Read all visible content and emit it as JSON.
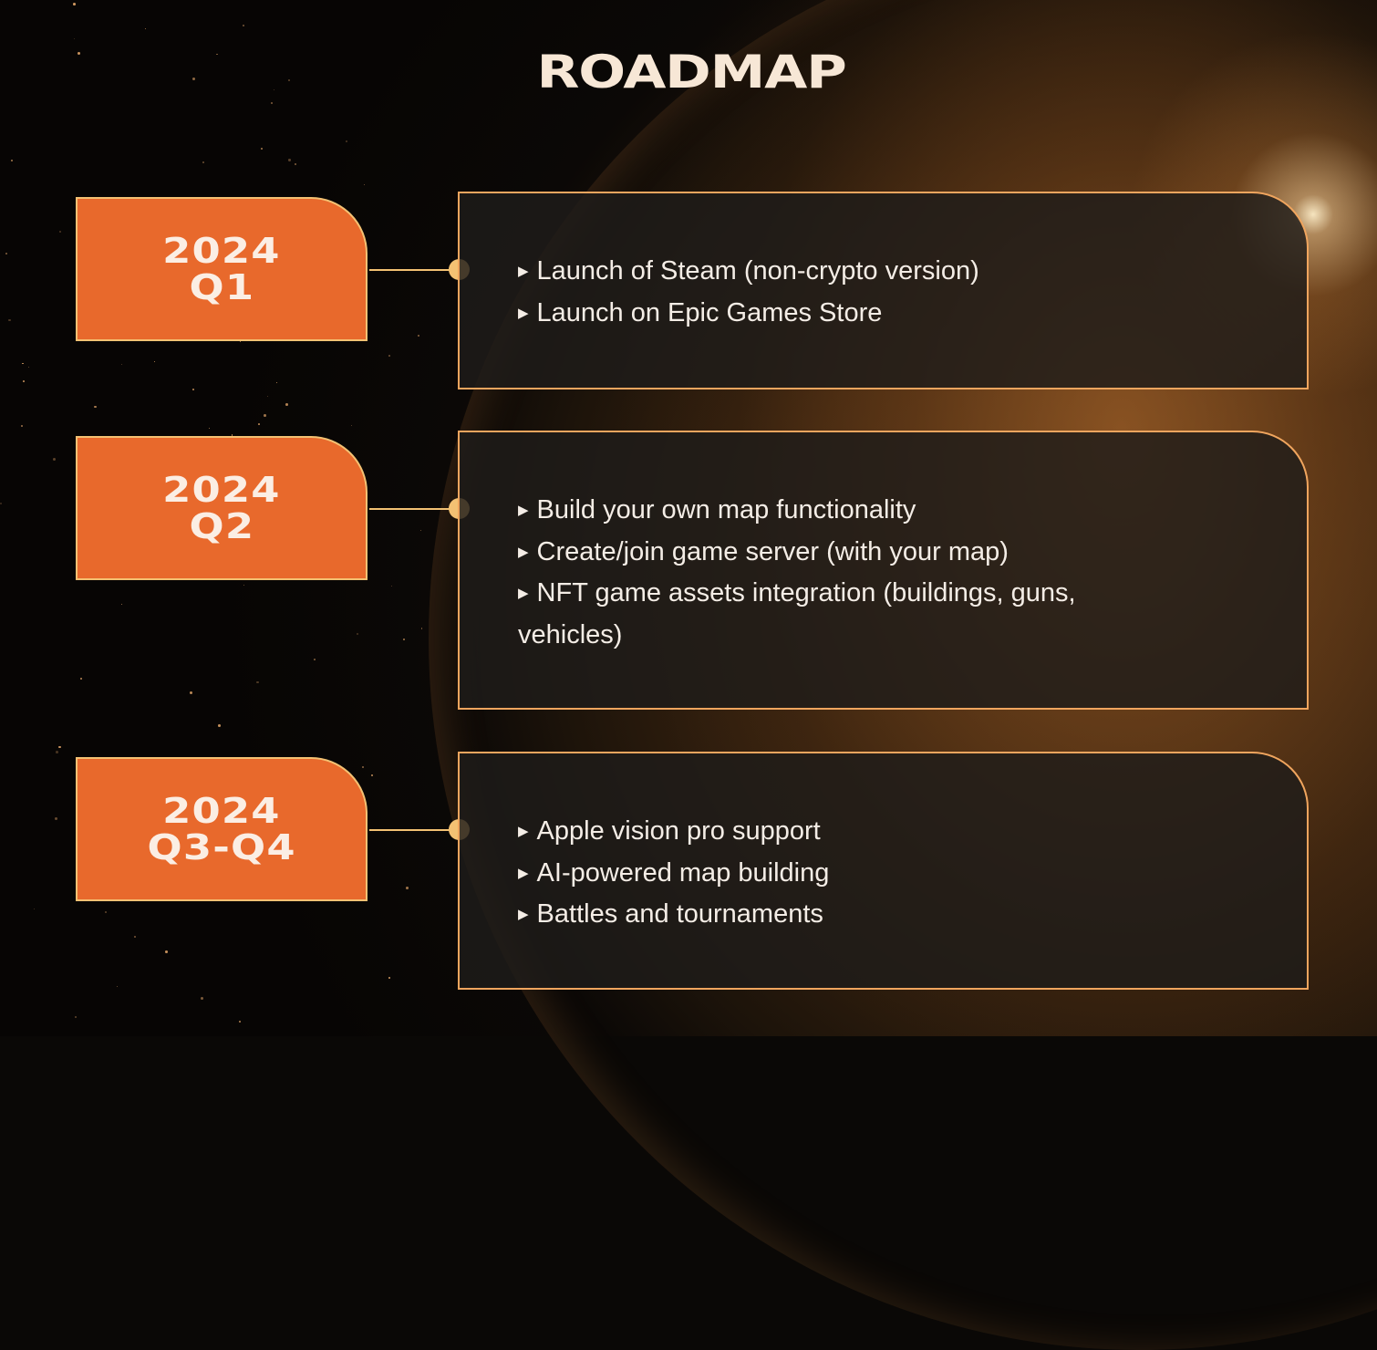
{
  "title": "ROADMAP",
  "colors": {
    "accent_orange": "#e8692c",
    "accent_gold": "#f3c173",
    "card_border": "#f0a55e",
    "text_light": "#f4ede6"
  },
  "bullet_icon": "triangle-bullet",
  "milestones": [
    {
      "year": "2024",
      "quarter": "Q1",
      "items": [
        "Launch of Steam (non-crypto version)",
        "Launch on Epic Games Store"
      ]
    },
    {
      "year": "2024",
      "quarter": "Q2",
      "items": [
        "Build your own map functionality",
        "Create/join game server (with your map)",
        "NFT game assets integration (buildings, guns, vehicles)"
      ]
    },
    {
      "year": "2024",
      "quarter": "Q3-Q4",
      "items": [
        "Apple vision pro support",
        "AI-powered map building",
        "Battles and tournaments"
      ]
    }
  ]
}
